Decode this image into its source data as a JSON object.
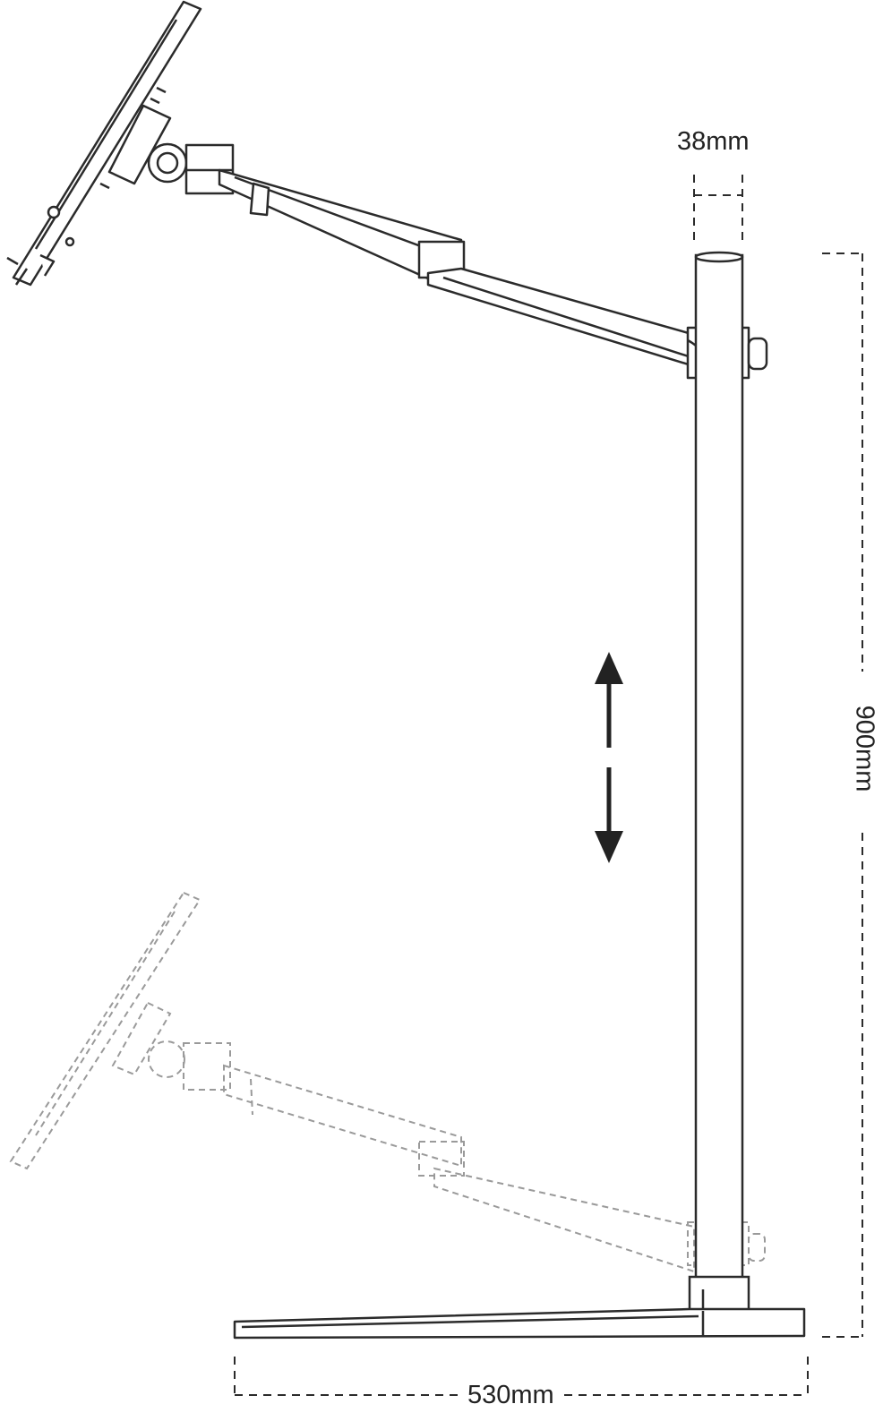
{
  "diagram": {
    "dimensions": {
      "pole_diameter": "38mm",
      "height": "900mm",
      "base_width": "530mm"
    },
    "colors": {
      "line": "#2b2b2b",
      "ghost": "#9a9a9a",
      "arrow": "#222222",
      "background": "#ffffff"
    },
    "icons": {
      "adjust_arrow": "vertical-double-arrow-icon"
    }
  }
}
